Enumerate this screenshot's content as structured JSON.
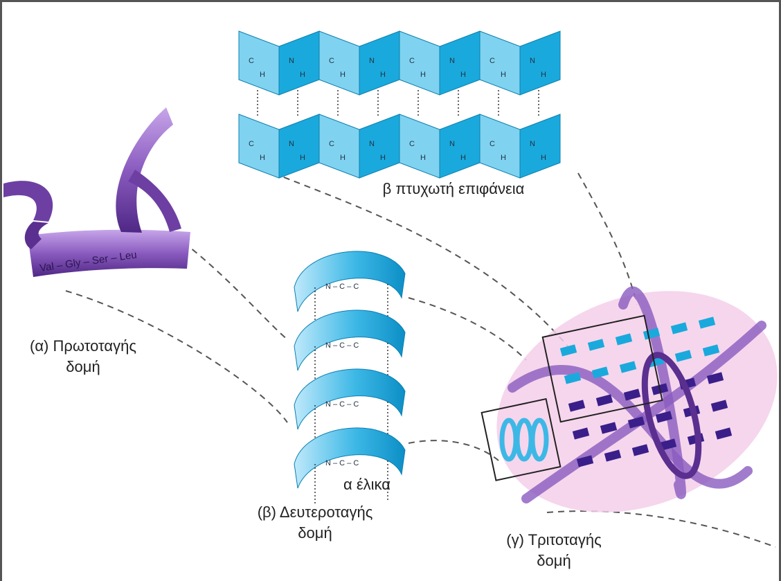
{
  "labels": {
    "beta_sheet": "β πτυχωτή επιφάνεια",
    "alpha_helix": "α έλικα",
    "primary_line1": "(α) Πρωτοταγής",
    "primary_line2": "δομή",
    "secondary_line1": "(β) Δευτεροταγής",
    "secondary_line2": "δομή",
    "tertiary_line1": "(γ) Τριτοταγής",
    "tertiary_line2": "δομή"
  },
  "ribbon_sequence": [
    "Val",
    "Gly",
    "Ser",
    "Leu"
  ],
  "colors": {
    "sheet": "#7fd3f0",
    "sheet_dark": "#1aa9dc",
    "helix": "#3db8e6",
    "ribbon": "#8a5bbf",
    "ribbon_dark": "#5b2f8f",
    "tertiary_bg": "#f2c6e6",
    "tertiary_strand": "#3a1f8a",
    "dashes": "#555555"
  }
}
